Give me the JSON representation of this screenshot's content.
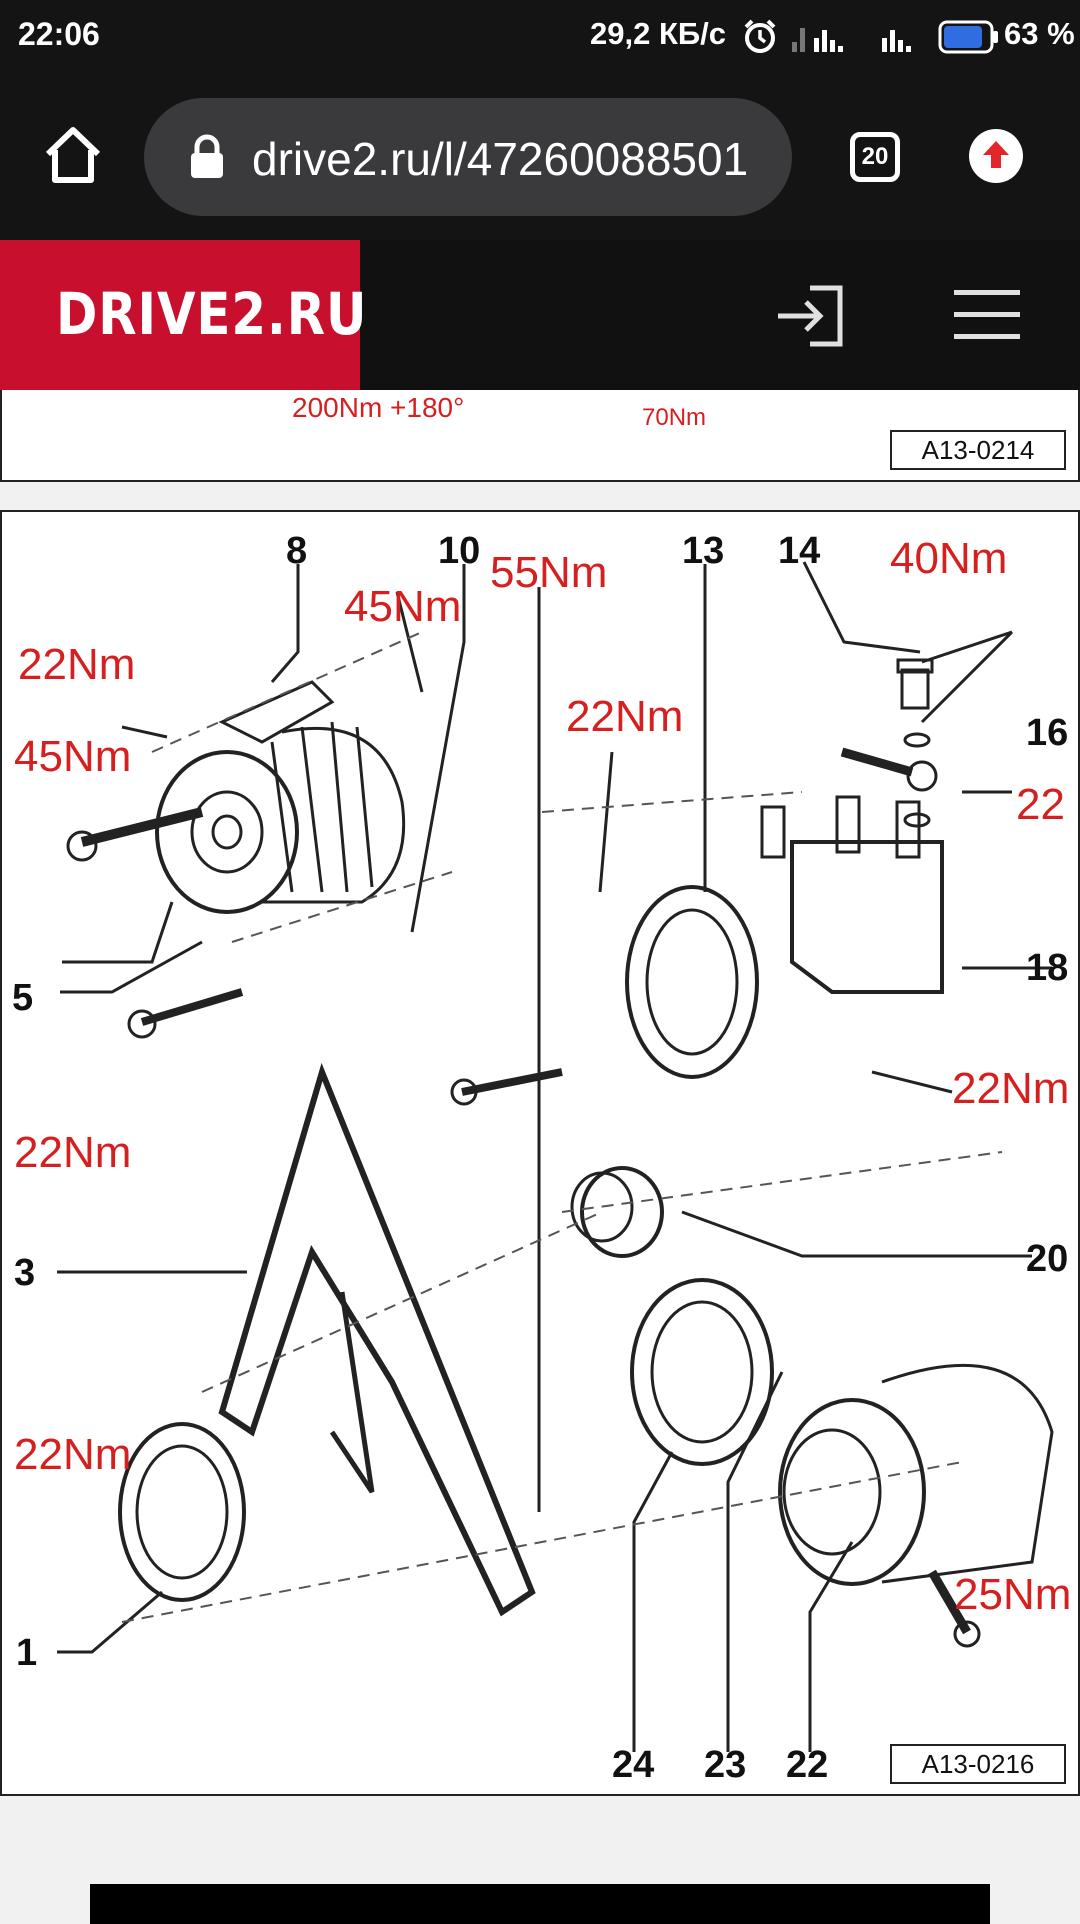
{
  "status_bar": {
    "time": "22:06",
    "network_speed": "29,2 КБ/с",
    "battery": "63 %",
    "icons": [
      "alarm-icon",
      "signal-icon",
      "signal-icon",
      "battery-icon"
    ]
  },
  "browser": {
    "url": "drive2.ru/l/47260088501",
    "tab_count": "20",
    "icons": [
      "home-icon",
      "lock-icon",
      "tabs-icon",
      "upload-icon"
    ]
  },
  "site": {
    "logo": "DRIVE2.RU",
    "icons": [
      "login-icon",
      "menu-icon"
    ],
    "accent_color": "#c8102e"
  },
  "diagram_top": {
    "labels": [
      "200Nm +180°",
      "70Nm"
    ],
    "ref": "A13-0214"
  },
  "diagram_main": {
    "ref": "A13-0216",
    "part_numbers": [
      "8",
      "10",
      "13",
      "14",
      "16",
      "5",
      "18",
      "3",
      "20",
      "1",
      "24",
      "23",
      "22"
    ],
    "torques": [
      "55Nm",
      "40Nm",
      "45Nm",
      "22Nm",
      "22Nm",
      "45Nm",
      "22",
      "22Nm",
      "22Nm",
      "22Nm",
      "25Nm"
    ]
  }
}
